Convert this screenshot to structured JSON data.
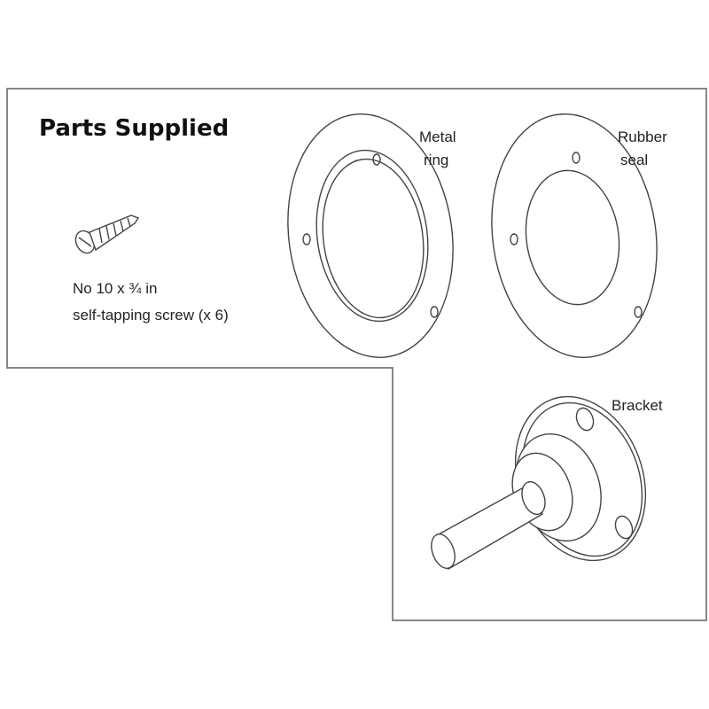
{
  "title": "Parts Supplied",
  "parts": {
    "screw": {
      "line1": "No 10 x ¾ in",
      "line2": "self-tapping screw (x 6)"
    },
    "metal_ring": {
      "line1": "Metal",
      "line2": "ring"
    },
    "rubber_seal": {
      "line1": "Rubber",
      "line2": "seal"
    },
    "bracket": {
      "label": "Bracket"
    }
  }
}
